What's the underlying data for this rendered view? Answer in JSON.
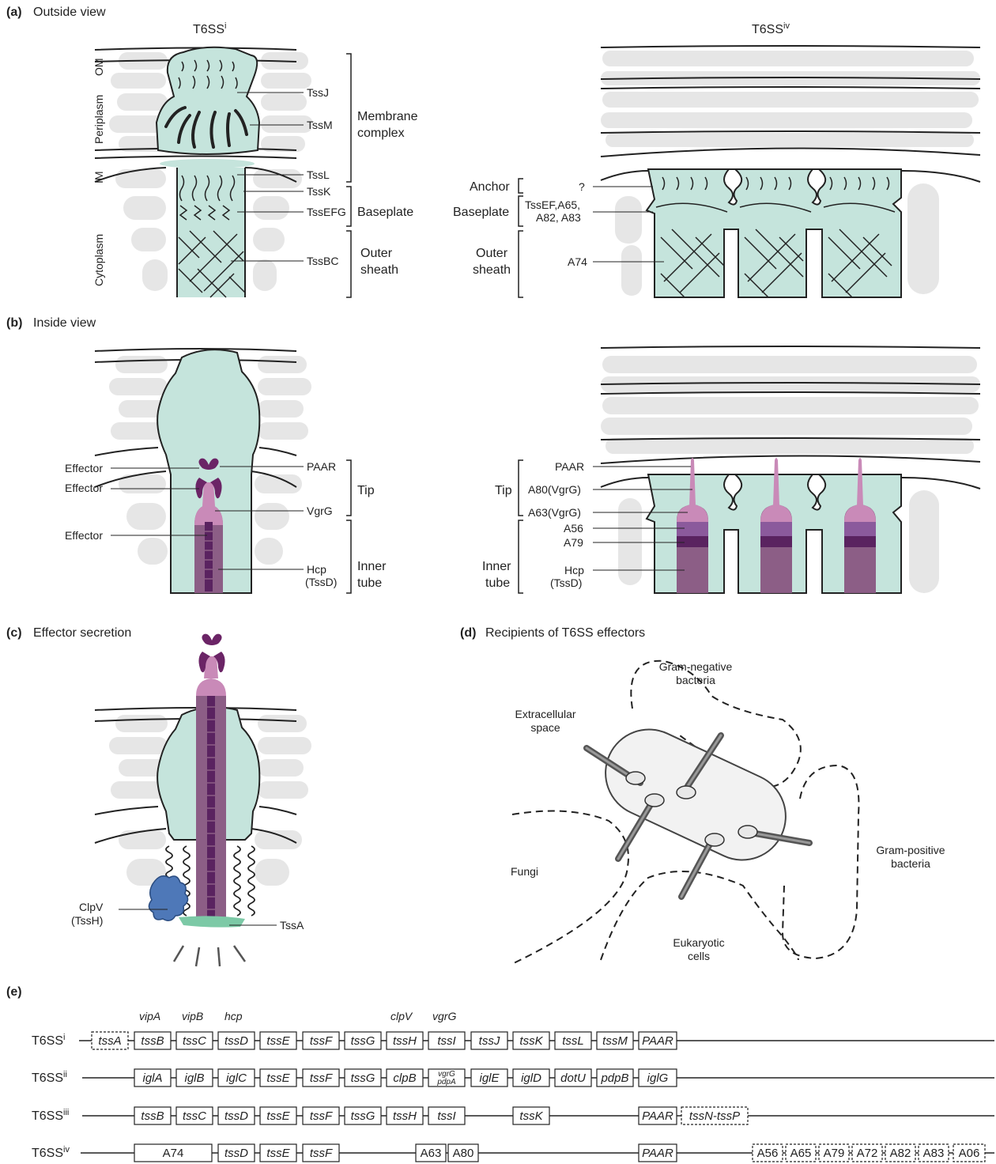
{
  "panels": {
    "a": {
      "letter": "(a)",
      "title": "Outside view"
    },
    "b": {
      "letter": "(b)",
      "title": "Inside view"
    },
    "c": {
      "letter": "(c)",
      "title": "Effector secretion"
    },
    "d": {
      "letter": "(d)",
      "title": "Recipients of T6SS effectors"
    },
    "e": {
      "letter": "(e)"
    }
  },
  "systems": {
    "i_base": "T6SS",
    "i_sup": "i",
    "iv_base": "T6SS",
    "iv_sup": "iv"
  },
  "layers": {
    "om": "OM",
    "periplasm": "Periplasm",
    "im": "IM",
    "cytoplasm": "Cytoplasm"
  },
  "panel_a": {
    "left_labels": {
      "tssj": "TssJ",
      "tssm": "TssM",
      "tssl": "TssL",
      "tssk": "TssK",
      "tssefg": "TssEFG",
      "tssbc": "TssBC"
    },
    "groups": {
      "membrane1": "Membrane",
      "membrane2": "complex",
      "baseplate": "Baseplate",
      "outer1": "Outer",
      "outer2": "sheath",
      "anchor": "Anchor"
    },
    "right_labels": {
      "q": "?",
      "tssef1": "TssEF,A65,",
      "tssef2": "A82, A83",
      "a74": "A74"
    }
  },
  "panel_b": {
    "left_labels": {
      "effector1": "Effector",
      "effector2": "Effector",
      "effector3": "Effector",
      "paar": "PAAR",
      "vgrg": "VgrG",
      "hcp1": "Hcp",
      "hcp2": "(TssD)"
    },
    "groups": {
      "tip": "Tip",
      "inner1": "Inner",
      "inner2": "tube"
    },
    "right_labels": {
      "paar": "PAAR",
      "a80": "A80(VgrG)",
      "a63": "A63(VgrG)",
      "a56": "A56",
      "a79": "A79",
      "hcp1": "Hcp",
      "hcp2": "(TssD)"
    }
  },
  "panel_c": {
    "clpv1": "ClpV",
    "clpv2": "(TssH)",
    "tssa": "TssA"
  },
  "panel_d": {
    "gramneg1": "Gram-negative",
    "gramneg2": "bacteria",
    "extra1": "Extracellular",
    "extra2": "space",
    "fungi": "Fungi",
    "grampos1": "Gram-positive",
    "grampos2": "bacteria",
    "euk1": "Eukaryotic",
    "euk2": "cells"
  },
  "panel_e": {
    "annotations": {
      "vipA": "vipA",
      "vipB": "vipB",
      "hcp": "hcp",
      "clpV": "clpV",
      "vgrG": "vgrG"
    },
    "rows": [
      {
        "base": "T6SS",
        "sup": "i",
        "genes": [
          "tssA",
          "tssB",
          "tssC",
          "tssD",
          "tssE",
          "tssF",
          "tssG",
          "tssH",
          "tssI",
          "tssJ",
          "tssK",
          "tssL",
          "tssM",
          "PAAR"
        ]
      },
      {
        "base": "T6SS",
        "sup": "ii",
        "genes": [
          "iglA",
          "iglB",
          "iglC",
          "tssE",
          "tssF",
          "tssG",
          "clpB",
          "vgrG",
          "pdpA",
          "iglE",
          "iglD",
          "dotU",
          "pdpB",
          "iglG"
        ]
      },
      {
        "base": "T6SS",
        "sup": "iii",
        "genes": [
          "tssB",
          "tssC",
          "tssD",
          "tssE",
          "tssF",
          "tssG",
          "tssH",
          "tssI",
          "tssK",
          "PAAR",
          "tssN-tssP"
        ]
      },
      {
        "base": "T6SS",
        "sup": "iv",
        "genes": [
          "A74",
          "tssD",
          "tssE",
          "tssF",
          "A63",
          "A80",
          "PAAR",
          "A56",
          "A65",
          "A79",
          "A72",
          "A82",
          "A83",
          "A06"
        ]
      }
    ]
  },
  "colors": {
    "teal": "#c5e4dc",
    "gray": "#e6e6e6",
    "pink": "#c98ab8",
    "purple": "#8c5e86",
    "dark_purple": "#5a2360",
    "effector": "#6b2466",
    "mid_purple": "#8b5a9c",
    "clpv_blue": "#4e78b8",
    "tssa_green": "#7cc9a6"
  }
}
